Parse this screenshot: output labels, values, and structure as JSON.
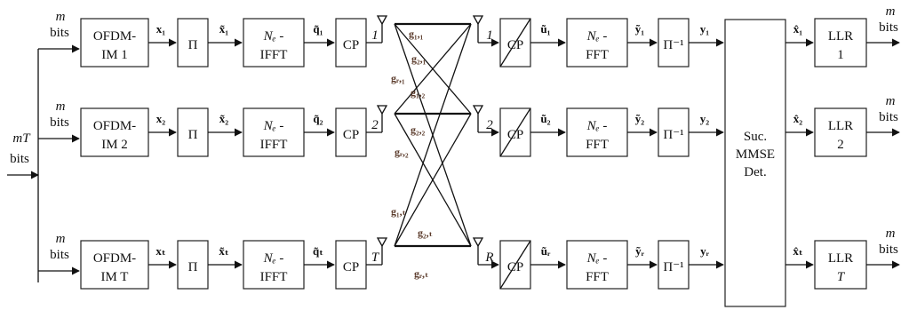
{
  "input": {
    "top": "mT",
    "bottom": "bits"
  },
  "streams": [
    {
      "m": "m",
      "bits": "bits",
      "mod": [
        "OFDM-",
        "IM 1"
      ],
      "x": "x₁",
      "pi": "Π",
      "xt": "x̃₁",
      "ifft": [
        "Nₑ -",
        "IFFT"
      ],
      "q": "q̃₁",
      "cp": "CP",
      "ant": "1"
    },
    {
      "m": "m",
      "bits": "bits",
      "mod": [
        "OFDM-",
        "IM 2"
      ],
      "x": "x₂",
      "pi": "Π",
      "xt": "x̃₂",
      "ifft": [
        "Nₑ -",
        "IFFT"
      ],
      "q": "q̃₂",
      "cp": "CP",
      "ant": "2"
    },
    {
      "m": "m",
      "bits": "bits",
      "mod": [
        "OFDM-",
        "IM T"
      ],
      "x": "xₜ",
      "pi": "Π",
      "xt": "x̃ₜ",
      "ifft": [
        "Nₑ -",
        "IFFT"
      ],
      "q": "q̃ₜ",
      "cp": "CP",
      "ant": "T"
    }
  ],
  "receivers": [
    {
      "ant": "1",
      "cp": "CP",
      "u": "ũ₁",
      "fft": [
        "Nₑ -",
        "FFT"
      ],
      "y": "ỹ₁",
      "ipi": "Π⁻¹",
      "yo": "y₁"
    },
    {
      "ant": "2",
      "cp": "CP",
      "u": "ũ₂",
      "fft": [
        "Nₑ -",
        "FFT"
      ],
      "y": "ỹ₂",
      "ipi": "Π⁻¹",
      "yo": "y₂"
    },
    {
      "ant": "R",
      "cp": "CP",
      "u": "ũᵣ",
      "fft": [
        "Nₑ -",
        "FFT"
      ],
      "y": "ỹᵣ",
      "ipi": "Π⁻¹",
      "yo": "yᵣ"
    }
  ],
  "detector": [
    "Suc.",
    "MMSE",
    "Det."
  ],
  "outputs": [
    {
      "xh": "x̂₁",
      "llr": [
        "LLR",
        "1"
      ],
      "m": "m",
      "bits": "bits"
    },
    {
      "xh": "x̂₂",
      "llr": [
        "LLR",
        "2"
      ],
      "m": "m",
      "bits": "bits"
    },
    {
      "xh": "x̂ₜ",
      "llr": [
        "LLR",
        "T"
      ],
      "m": "m",
      "bits": "bits"
    }
  ],
  "channels": [
    "g₁,₁",
    "g₂,₁",
    "gᵣ,₁",
    "g₁,₂",
    "g₂,₂",
    "gᵣ,₂",
    "g₁,ₜ",
    "g₂,ₜ",
    "gᵣ,ₜ"
  ]
}
